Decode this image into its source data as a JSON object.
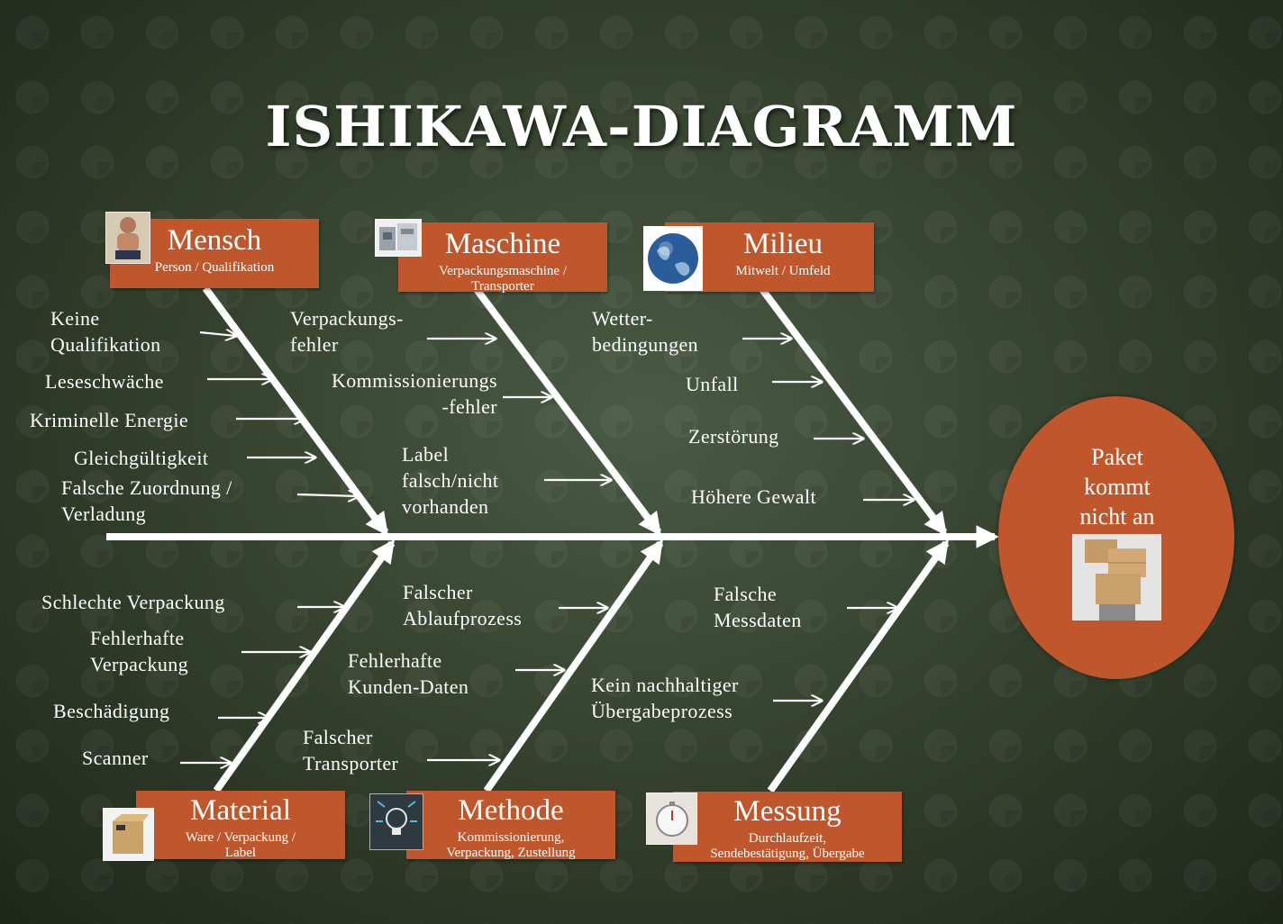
{
  "title": "ISHIKAWA-DIAGRAMM",
  "effect": {
    "line1": "Paket",
    "line2": "kommt",
    "line3": "nicht an"
  },
  "categories": {
    "mensch": {
      "title": "Mensch",
      "sub1": "Person / Qualifikation",
      "sub2": ""
    },
    "maschine": {
      "title": "Maschine",
      "sub1": "Verpackungsmaschine /",
      "sub2": "Transporter"
    },
    "milieu": {
      "title": "Milieu",
      "sub1": "Mitwelt / Umfeld",
      "sub2": ""
    },
    "material": {
      "title": "Material",
      "sub1": "Ware / Verpackung /",
      "sub2": "Label"
    },
    "methode": {
      "title": "Methode",
      "sub1": "Kommissionierung,",
      "sub2": "Verpackung, Zustellung"
    },
    "messung": {
      "title": "Messung",
      "sub1": "Durchlaufzeit,",
      "sub2": "Sendebestätigung, Übergabe"
    }
  },
  "causes": {
    "mensch": [
      {
        "l1": "Keine",
        "l2": "Qualifikation"
      },
      {
        "l1": "Leseschwäche",
        "l2": ""
      },
      {
        "l1": "Kriminelle Energie",
        "l2": ""
      },
      {
        "l1": "Gleichgültigkeit",
        "l2": ""
      },
      {
        "l1": "Falsche Zuordnung /",
        "l2": "Verladung"
      }
    ],
    "maschine": [
      {
        "l1": "Verpackungs-",
        "l2": "fehler"
      },
      {
        "l1": "Kommissionierungs",
        "l2": "-fehler"
      },
      {
        "l1": "Label",
        "l2": "falsch/nicht",
        "l3": "vorhanden"
      }
    ],
    "milieu": [
      {
        "l1": "Wetter-",
        "l2": "bedingungen"
      },
      {
        "l1": "Unfall",
        "l2": ""
      },
      {
        "l1": "Zerstörung",
        "l2": ""
      },
      {
        "l1": "Höhere Gewalt",
        "l2": ""
      }
    ],
    "material": [
      {
        "l1": "Schlechte Verpackung",
        "l2": ""
      },
      {
        "l1": "Fehlerhafte",
        "l2": "Verpackung"
      },
      {
        "l1": "Beschädigung",
        "l2": ""
      },
      {
        "l1": "Scanner",
        "l2": ""
      }
    ],
    "methode": [
      {
        "l1": "Falscher",
        "l2": "Ablaufprozess"
      },
      {
        "l1": "Fehlerhafte",
        "l2": "Kunden-Daten"
      },
      {
        "l1": "Falscher",
        "l2": "Transporter"
      }
    ],
    "messung": [
      {
        "l1": "Falsche",
        "l2": "Messdaten"
      },
      {
        "l1": "Kein nachhaltiger",
        "l2": "Übergabeprozess"
      }
    ]
  },
  "colors": {
    "box": "#c0572c",
    "line": "#ffffff",
    "background": "#36432f"
  }
}
